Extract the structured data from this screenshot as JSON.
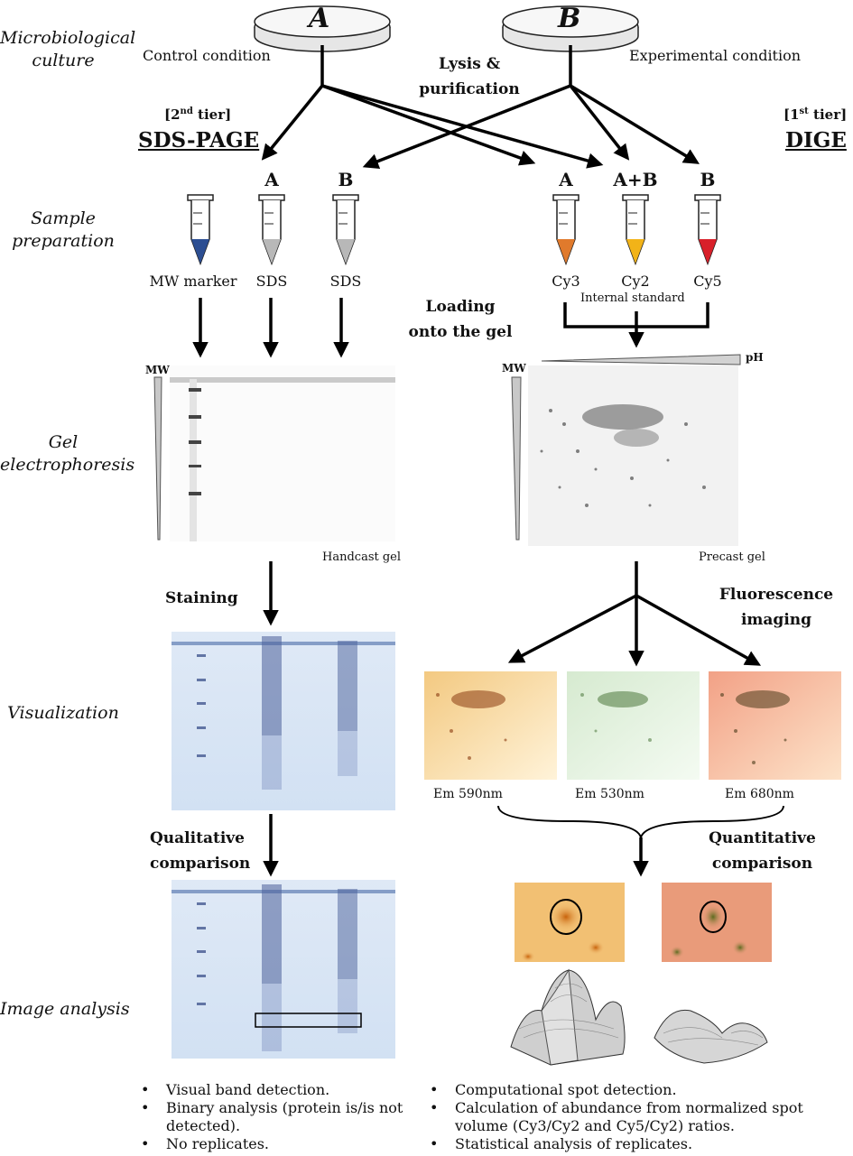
{
  "stages": {
    "culture": [
      "Microbiological",
      "culture"
    ],
    "sample": [
      "Sample",
      "preparation"
    ],
    "gel": [
      "Gel",
      "electrophoresis"
    ],
    "visualization": "Visualization",
    "image_analysis": "Image analysis"
  },
  "dishes": {
    "a": "A",
    "b": "B"
  },
  "conditions": {
    "control": "Control condition",
    "experimental": "Experimental condition"
  },
  "lysis": [
    "Lysis &",
    "purification"
  ],
  "tiers": {
    "left": {
      "prefix": "[2",
      "sup": "nd",
      "suffix": " tier]",
      "title": "SDS-PAGE"
    },
    "right": {
      "prefix": "[1",
      "sup": "st",
      "suffix": " tier]",
      "title": "DIGE"
    }
  },
  "sample_letters": {
    "sds_a": "A",
    "sds_b": "B",
    "dige_a": "A",
    "dige_ab": "A+B",
    "dige_b": "B"
  },
  "tubes": {
    "mw": {
      "label": "MW marker",
      "color": "#2c4e92"
    },
    "sds_a": {
      "label": "SDS",
      "color": "#b8b8b8"
    },
    "sds_b": {
      "label": "SDS",
      "color": "#b8b8b8"
    },
    "cy3": {
      "label": "Cy3",
      "color": "#e07a2c"
    },
    "cy2": {
      "label": "Cy2",
      "color": "#f2b318"
    },
    "cy5": {
      "label": "Cy5",
      "color": "#d8202a"
    }
  },
  "internal_standard": "Internal standard",
  "loading": [
    "Loading",
    "onto the gel"
  ],
  "gel_axes": {
    "mw_left": "MW",
    "mw_right": "MW",
    "ph": "pH"
  },
  "gel_captions": {
    "handcast": "Handcast gel",
    "precast": "Precast gel"
  },
  "staining": "Staining",
  "fluorescence": [
    "Fluorescence",
    "imaging"
  ],
  "emissions": [
    "Em 590nm",
    "Em 530nm",
    "Em 680nm"
  ],
  "qualitative": [
    "Qualitative",
    "comparison"
  ],
  "quantitative": [
    "Quantitative",
    "comparison"
  ],
  "bullets_left": [
    "Visual band detection.",
    "Binary analysis (protein is/is not detected).",
    "No replicates."
  ],
  "bullets_right": [
    "Computational spot detection.",
    "Calculation of abundance from normalized spot volume (Cy3/Cy2 and Cy5/Cy2) ratios.",
    "Statistical analysis of replicates."
  ]
}
